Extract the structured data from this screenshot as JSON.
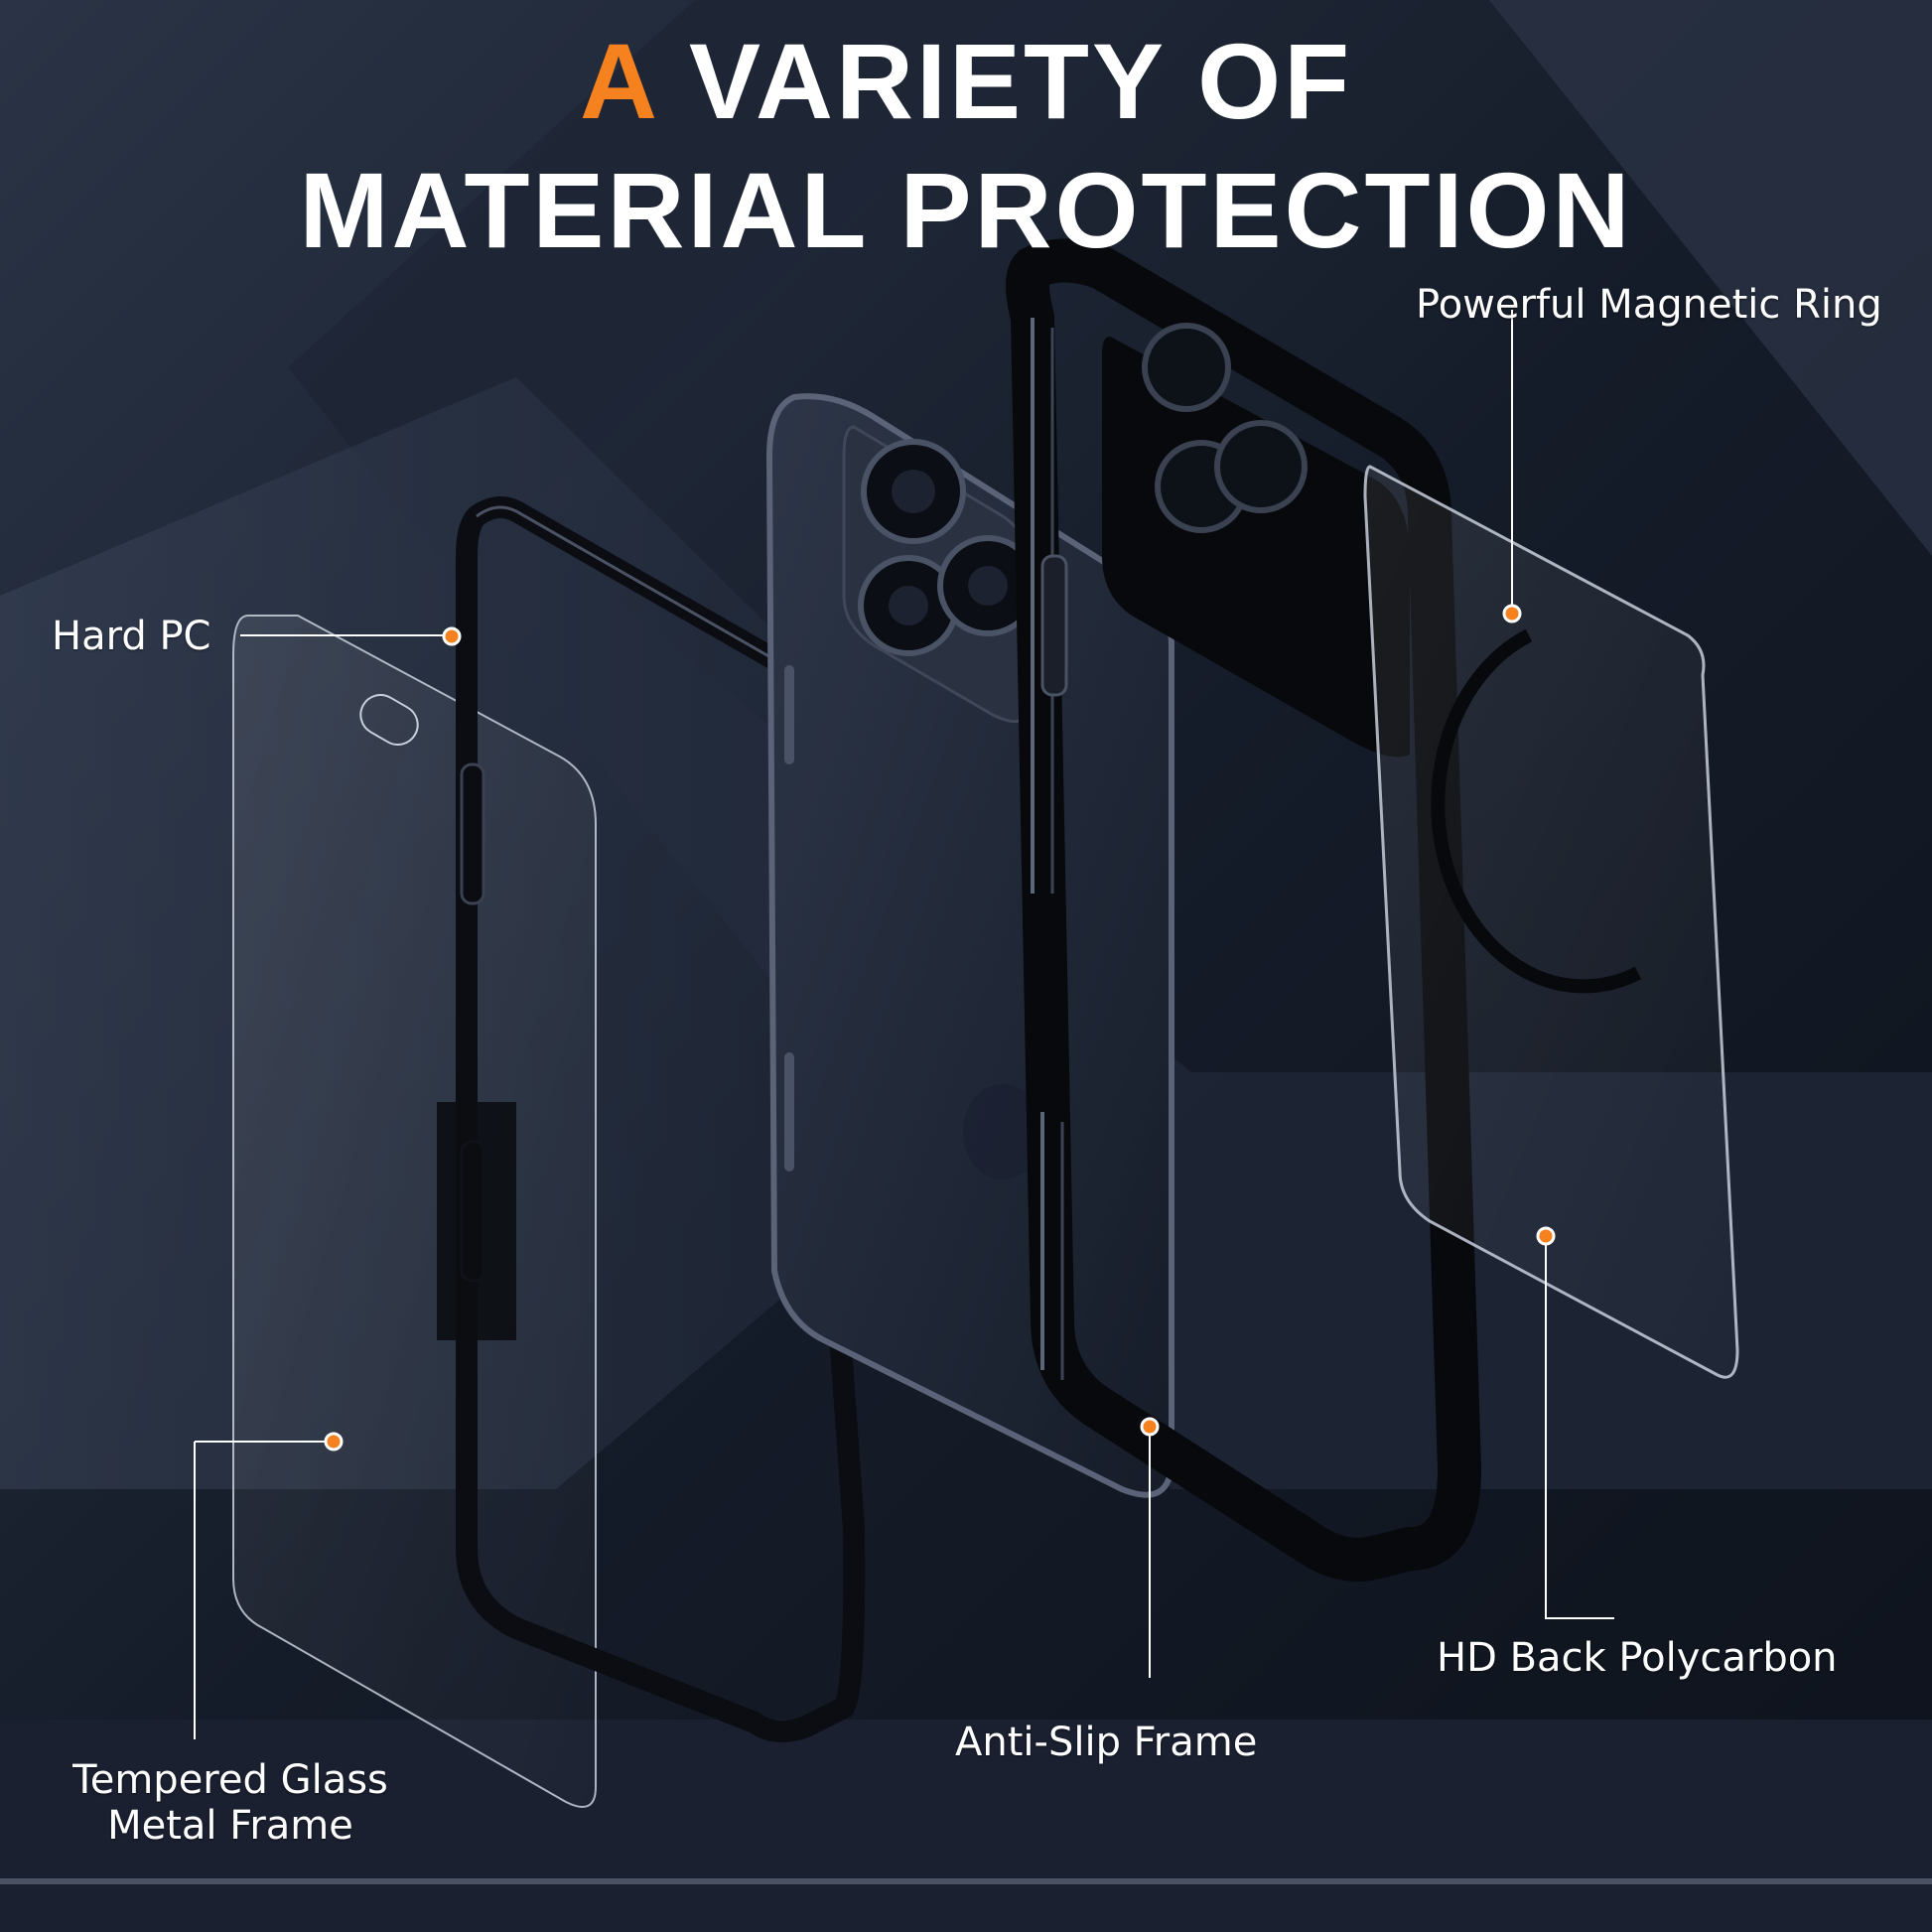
{
  "headline": {
    "accent_word": "A",
    "line1_rest": "VARIETY OF",
    "line2": "MATERIAL PROTECTION"
  },
  "callouts": {
    "magnetic_ring": "Powerful Magnetic Ring",
    "hard_pc": "Hard PC",
    "back_polycarbon": "HD Back Polycarbon",
    "anti_slip_frame": "Anti-Slip Frame",
    "tempered_glass_line1": "Tempered Glass",
    "tempered_glass_line2": "Metal Frame"
  },
  "colors": {
    "accent": "#f5821f",
    "background": "#141b27",
    "text": "#ffffff"
  }
}
